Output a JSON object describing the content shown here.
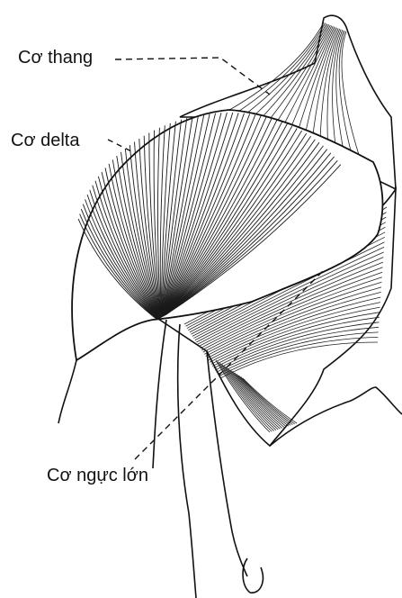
{
  "labels": {
    "trapezius": "Cơ thang",
    "deltoid": "Cơ delta",
    "pectoralis": "Cơ ngực lớn"
  }
}
